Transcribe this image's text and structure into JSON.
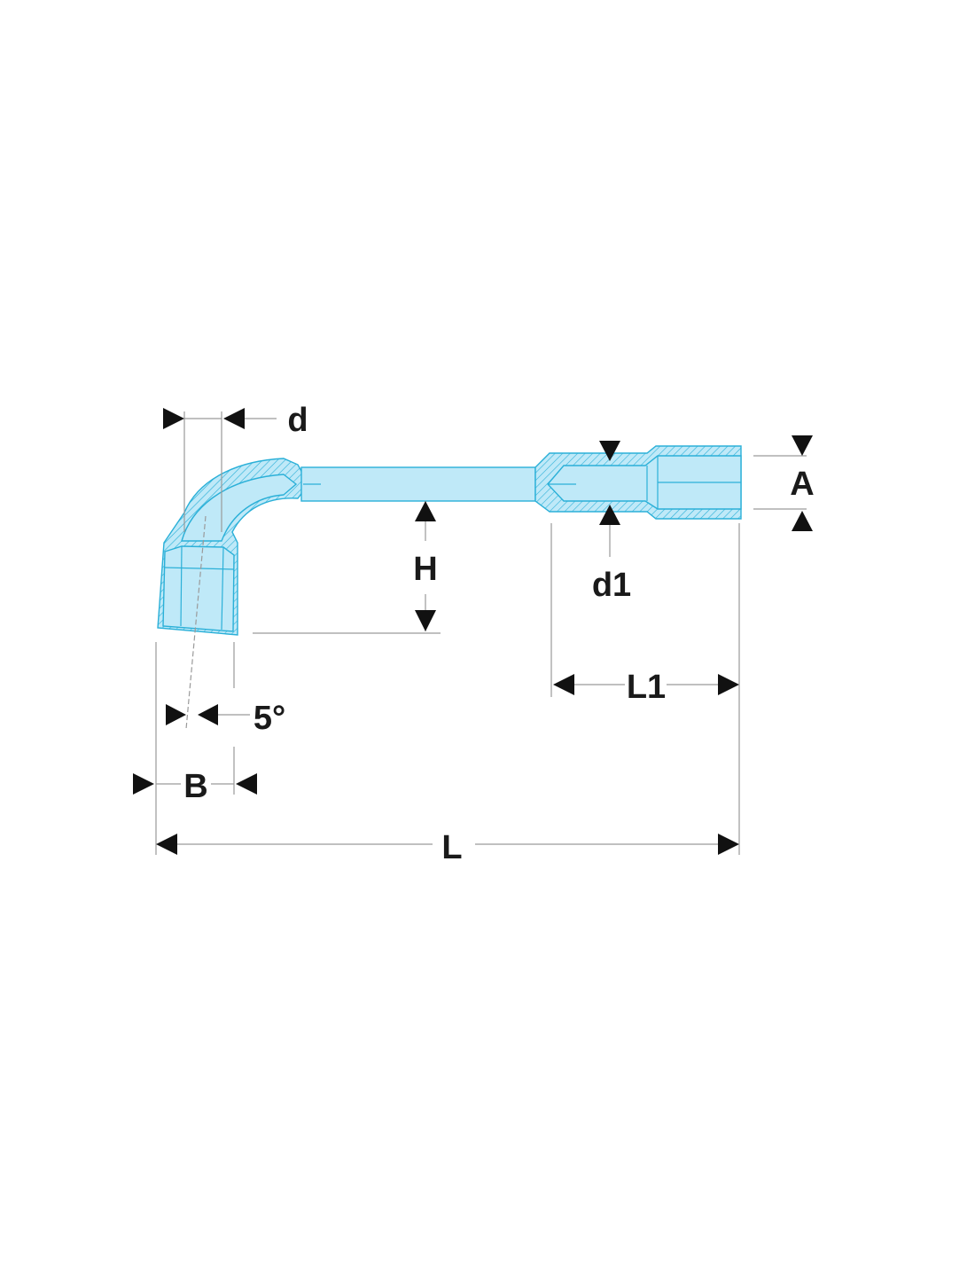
{
  "labels": {
    "d": "d",
    "A": "A",
    "H": "H",
    "d1": "d1",
    "L1": "L1",
    "angle": "5°",
    "B": "B",
    "L": "L"
  },
  "colors": {
    "tool_fill": "#bfe9f8",
    "tool_outline": "#2bb0d8",
    "hatch": "#2bb0d8",
    "arrow": "#111111",
    "dimension_line": "#9a9a9a",
    "label": "#1a1a1a"
  }
}
